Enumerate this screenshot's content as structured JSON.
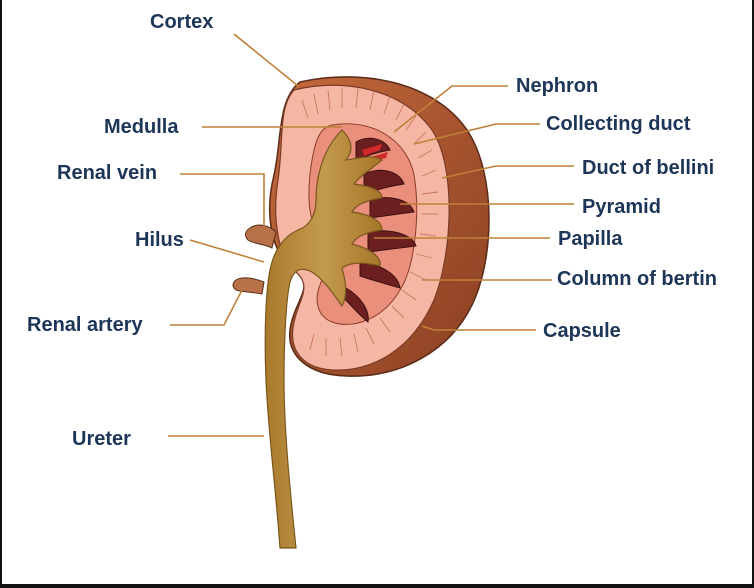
{
  "labels": {
    "cortex": "Cortex",
    "medulla": "Medulla",
    "renal_vein": "Renal vein",
    "hilus": "Hilus",
    "renal_artery": "Renal artery",
    "ureter": "Ureter",
    "nephron": "Nephron",
    "collecting_duct": "Collecting duct",
    "duct_of_bellini": "Duct of bellini",
    "pyramid": "Pyramid",
    "papilla": "Papilla",
    "column_of_bertin": "Column of bertin",
    "capsule": "Capsule"
  },
  "colors": {
    "label_text": "#1d3557",
    "leader_line": "#c0803a",
    "capsule": "#a4532e",
    "cortex": "#f5b7a3",
    "pelvis": "#b88a3a",
    "pyramid": "#6b1f1f",
    "vessel": "#b9714a"
  }
}
